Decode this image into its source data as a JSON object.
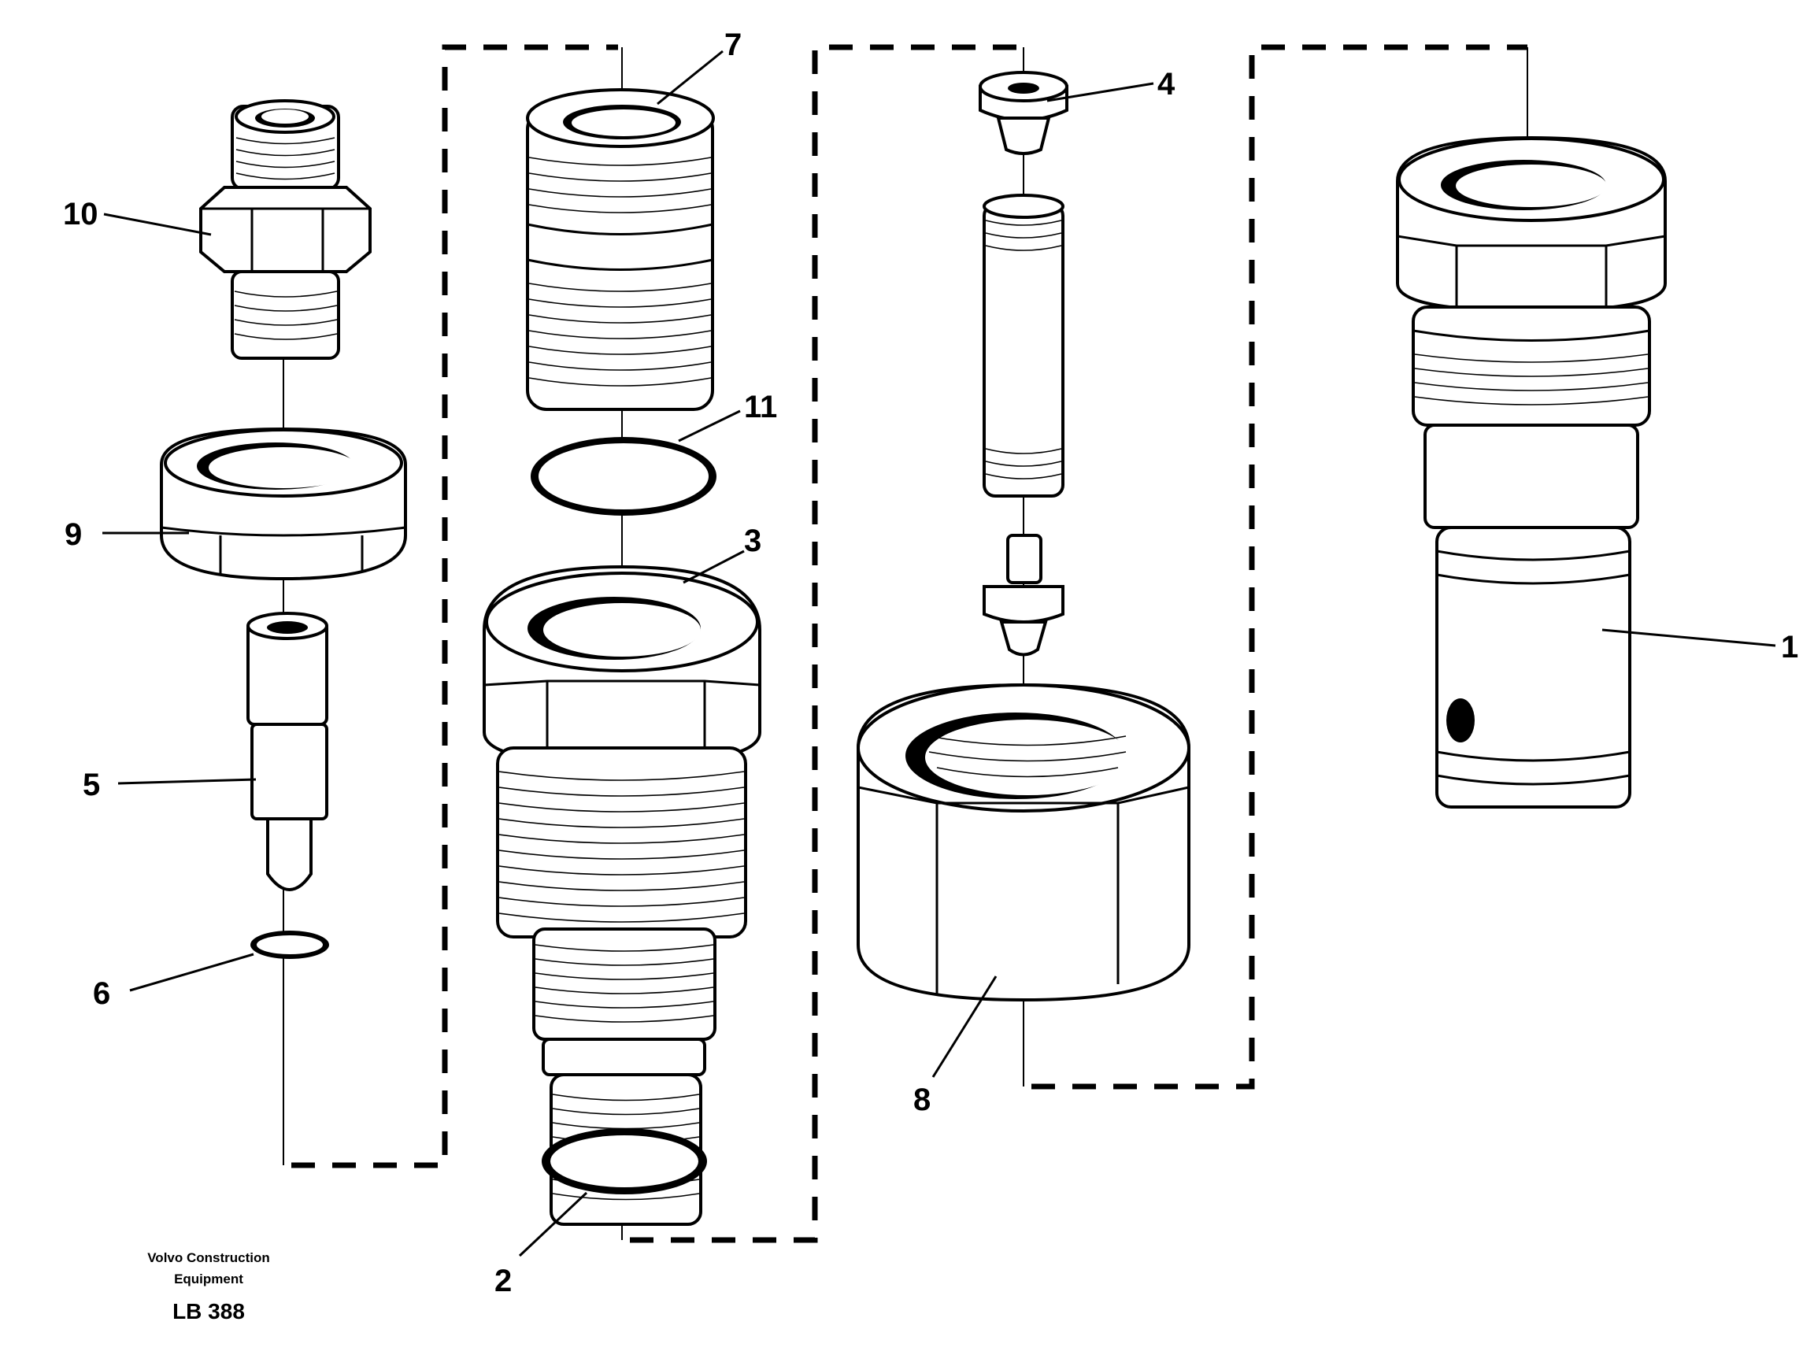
{
  "diagram": {
    "callouts": [
      {
        "id": "1",
        "label": "1"
      },
      {
        "id": "2",
        "label": "2"
      },
      {
        "id": "3",
        "label": "3"
      },
      {
        "id": "4",
        "label": "4"
      },
      {
        "id": "5",
        "label": "5"
      },
      {
        "id": "6",
        "label": "6"
      },
      {
        "id": "7",
        "label": "7"
      },
      {
        "id": "8",
        "label": "8"
      },
      {
        "id": "9",
        "label": "9"
      },
      {
        "id": "10",
        "label": "10"
      },
      {
        "id": "11",
        "label": "11"
      }
    ]
  },
  "credit": {
    "line1": "Volvo Construction",
    "line2": "Equipment",
    "code": "LB 388"
  }
}
